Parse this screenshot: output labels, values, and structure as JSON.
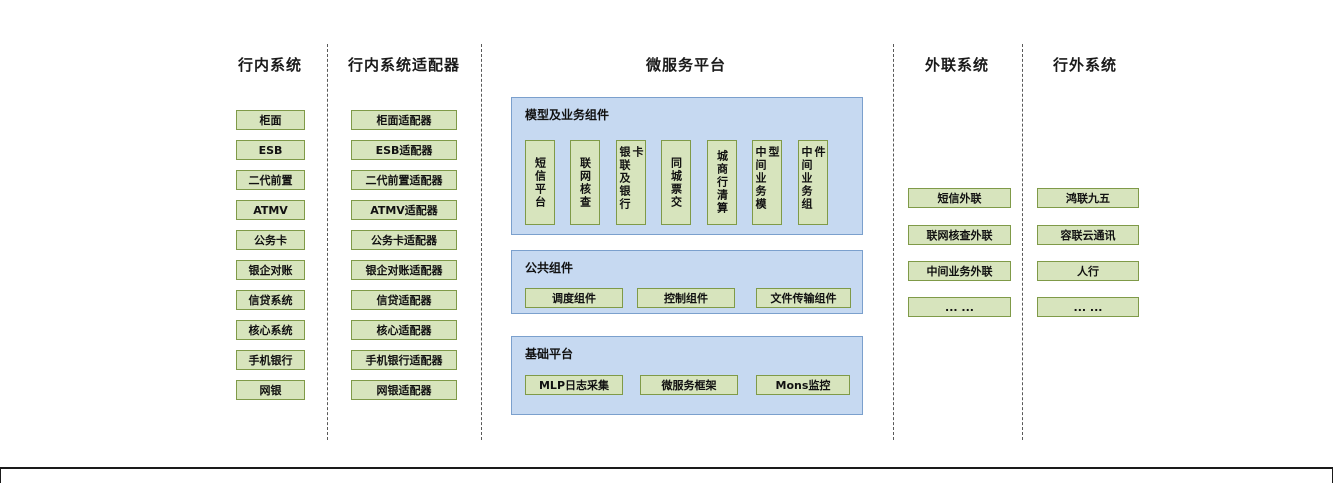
{
  "columns": [
    {
      "title": "行内系统",
      "items": [
        "柜面",
        "ESB",
        "二代前置",
        "ATMV",
        "公务卡",
        "银企对账",
        "信贷系统",
        "核心系统",
        "手机银行",
        "网银"
      ]
    },
    {
      "title": "行内系统适配器",
      "items": [
        "柜面适配器",
        "ESB适配器",
        "二代前置适配器",
        "ATMV适配器",
        "公务卡适配器",
        "银企对账适配器",
        "信贷适配器",
        "核心适配器",
        "手机银行适配器",
        "网银适配器"
      ]
    }
  ],
  "platform": {
    "title": "微服务平台",
    "sections": [
      {
        "title": "模型及业务组件",
        "items": [
          "短信平台",
          "联网核查",
          "银联及银行卡",
          "同城票交",
          "城商行清算",
          "中间业务模型",
          "中间业务组件"
        ]
      },
      {
        "title": "公共组件",
        "items": [
          "调度组件",
          "控制组件",
          "文件传输组件"
        ]
      },
      {
        "title": "基础平台",
        "items": [
          "MLP日志采集",
          "微服务框架",
          "Mons监控"
        ]
      }
    ]
  },
  "external": {
    "title": "外联系统",
    "items": [
      "短信外联",
      "联网核查外联",
      "中间业务外联",
      "... ..."
    ]
  },
  "outside": {
    "title": "行外系统",
    "items": [
      "鸿联九五",
      "容联云通讯",
      "人行",
      "... ..."
    ]
  },
  "colors": {
    "box_fill": "#d7e4bd",
    "box_border": "#7f9a48",
    "panel_fill": "#c6d9f1",
    "panel_border": "#7ba0cd",
    "divider": "#595959"
  }
}
